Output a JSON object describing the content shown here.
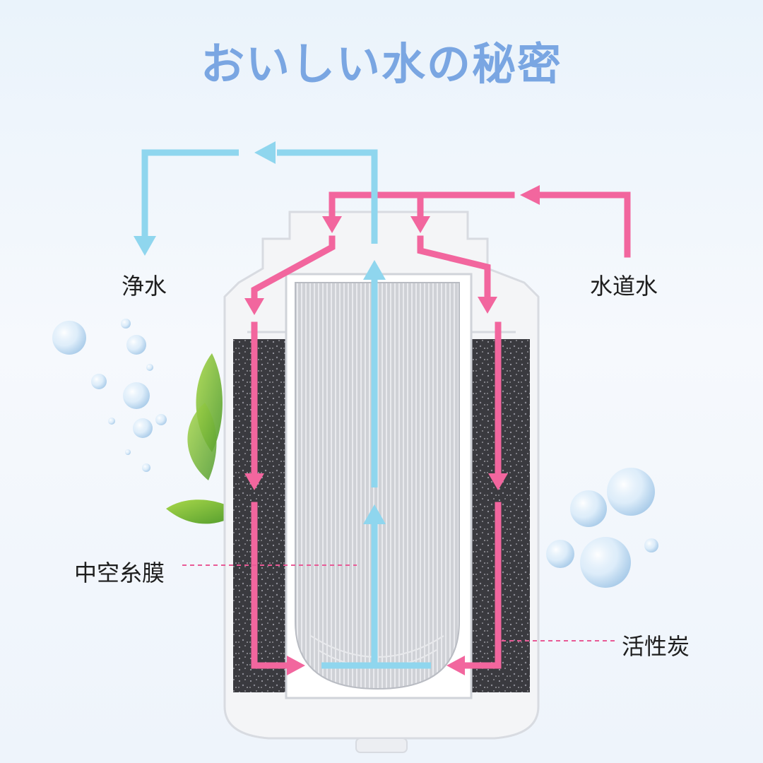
{
  "title": "おいしい水の秘密",
  "labels": {
    "purified_water": "浄水",
    "tap_water": "水道水",
    "hollow_fiber_membrane": "中空糸膜",
    "activated_carbon": "活性炭"
  },
  "colors": {
    "title": "#7aa6e2",
    "tap_water_flow": "#f2669e",
    "purified_water_flow": "#8fd6ee",
    "leader_line": "#e85a96",
    "carbon": "#3b3b40",
    "membrane": "#c7c9ce",
    "housing": "#f4f5f7"
  },
  "icons": [
    "water-bubble-icon",
    "leaf-icon"
  ]
}
